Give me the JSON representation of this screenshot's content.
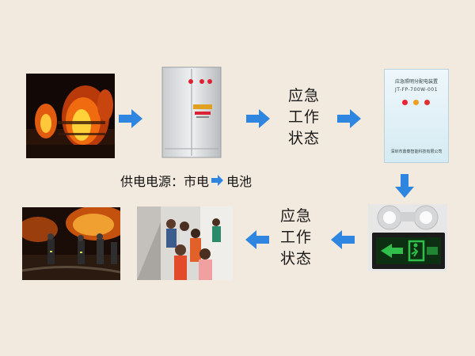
{
  "state_label_top": [
    "应急",
    "工作",
    "状态"
  ],
  "state_label_bottom": [
    "应急",
    "工作",
    "状态"
  ],
  "caption": {
    "prefix": "供电电源：",
    "from": "市电",
    "to": "电池"
  },
  "distribution_box": {
    "title": "应急照明分配电装置",
    "model": "JT-FP-700W-001",
    "footer": "深圳市鼎泰智能科技有限公司"
  },
  "colors": {
    "background": "#f3eadf",
    "arrow": "#2e86e0",
    "exit_sign_green": "#2fbf4a"
  },
  "icons": [
    "arrow-right-icon",
    "arrow-down-icon",
    "arrow-left-icon",
    "exit-sign-icon"
  ]
}
